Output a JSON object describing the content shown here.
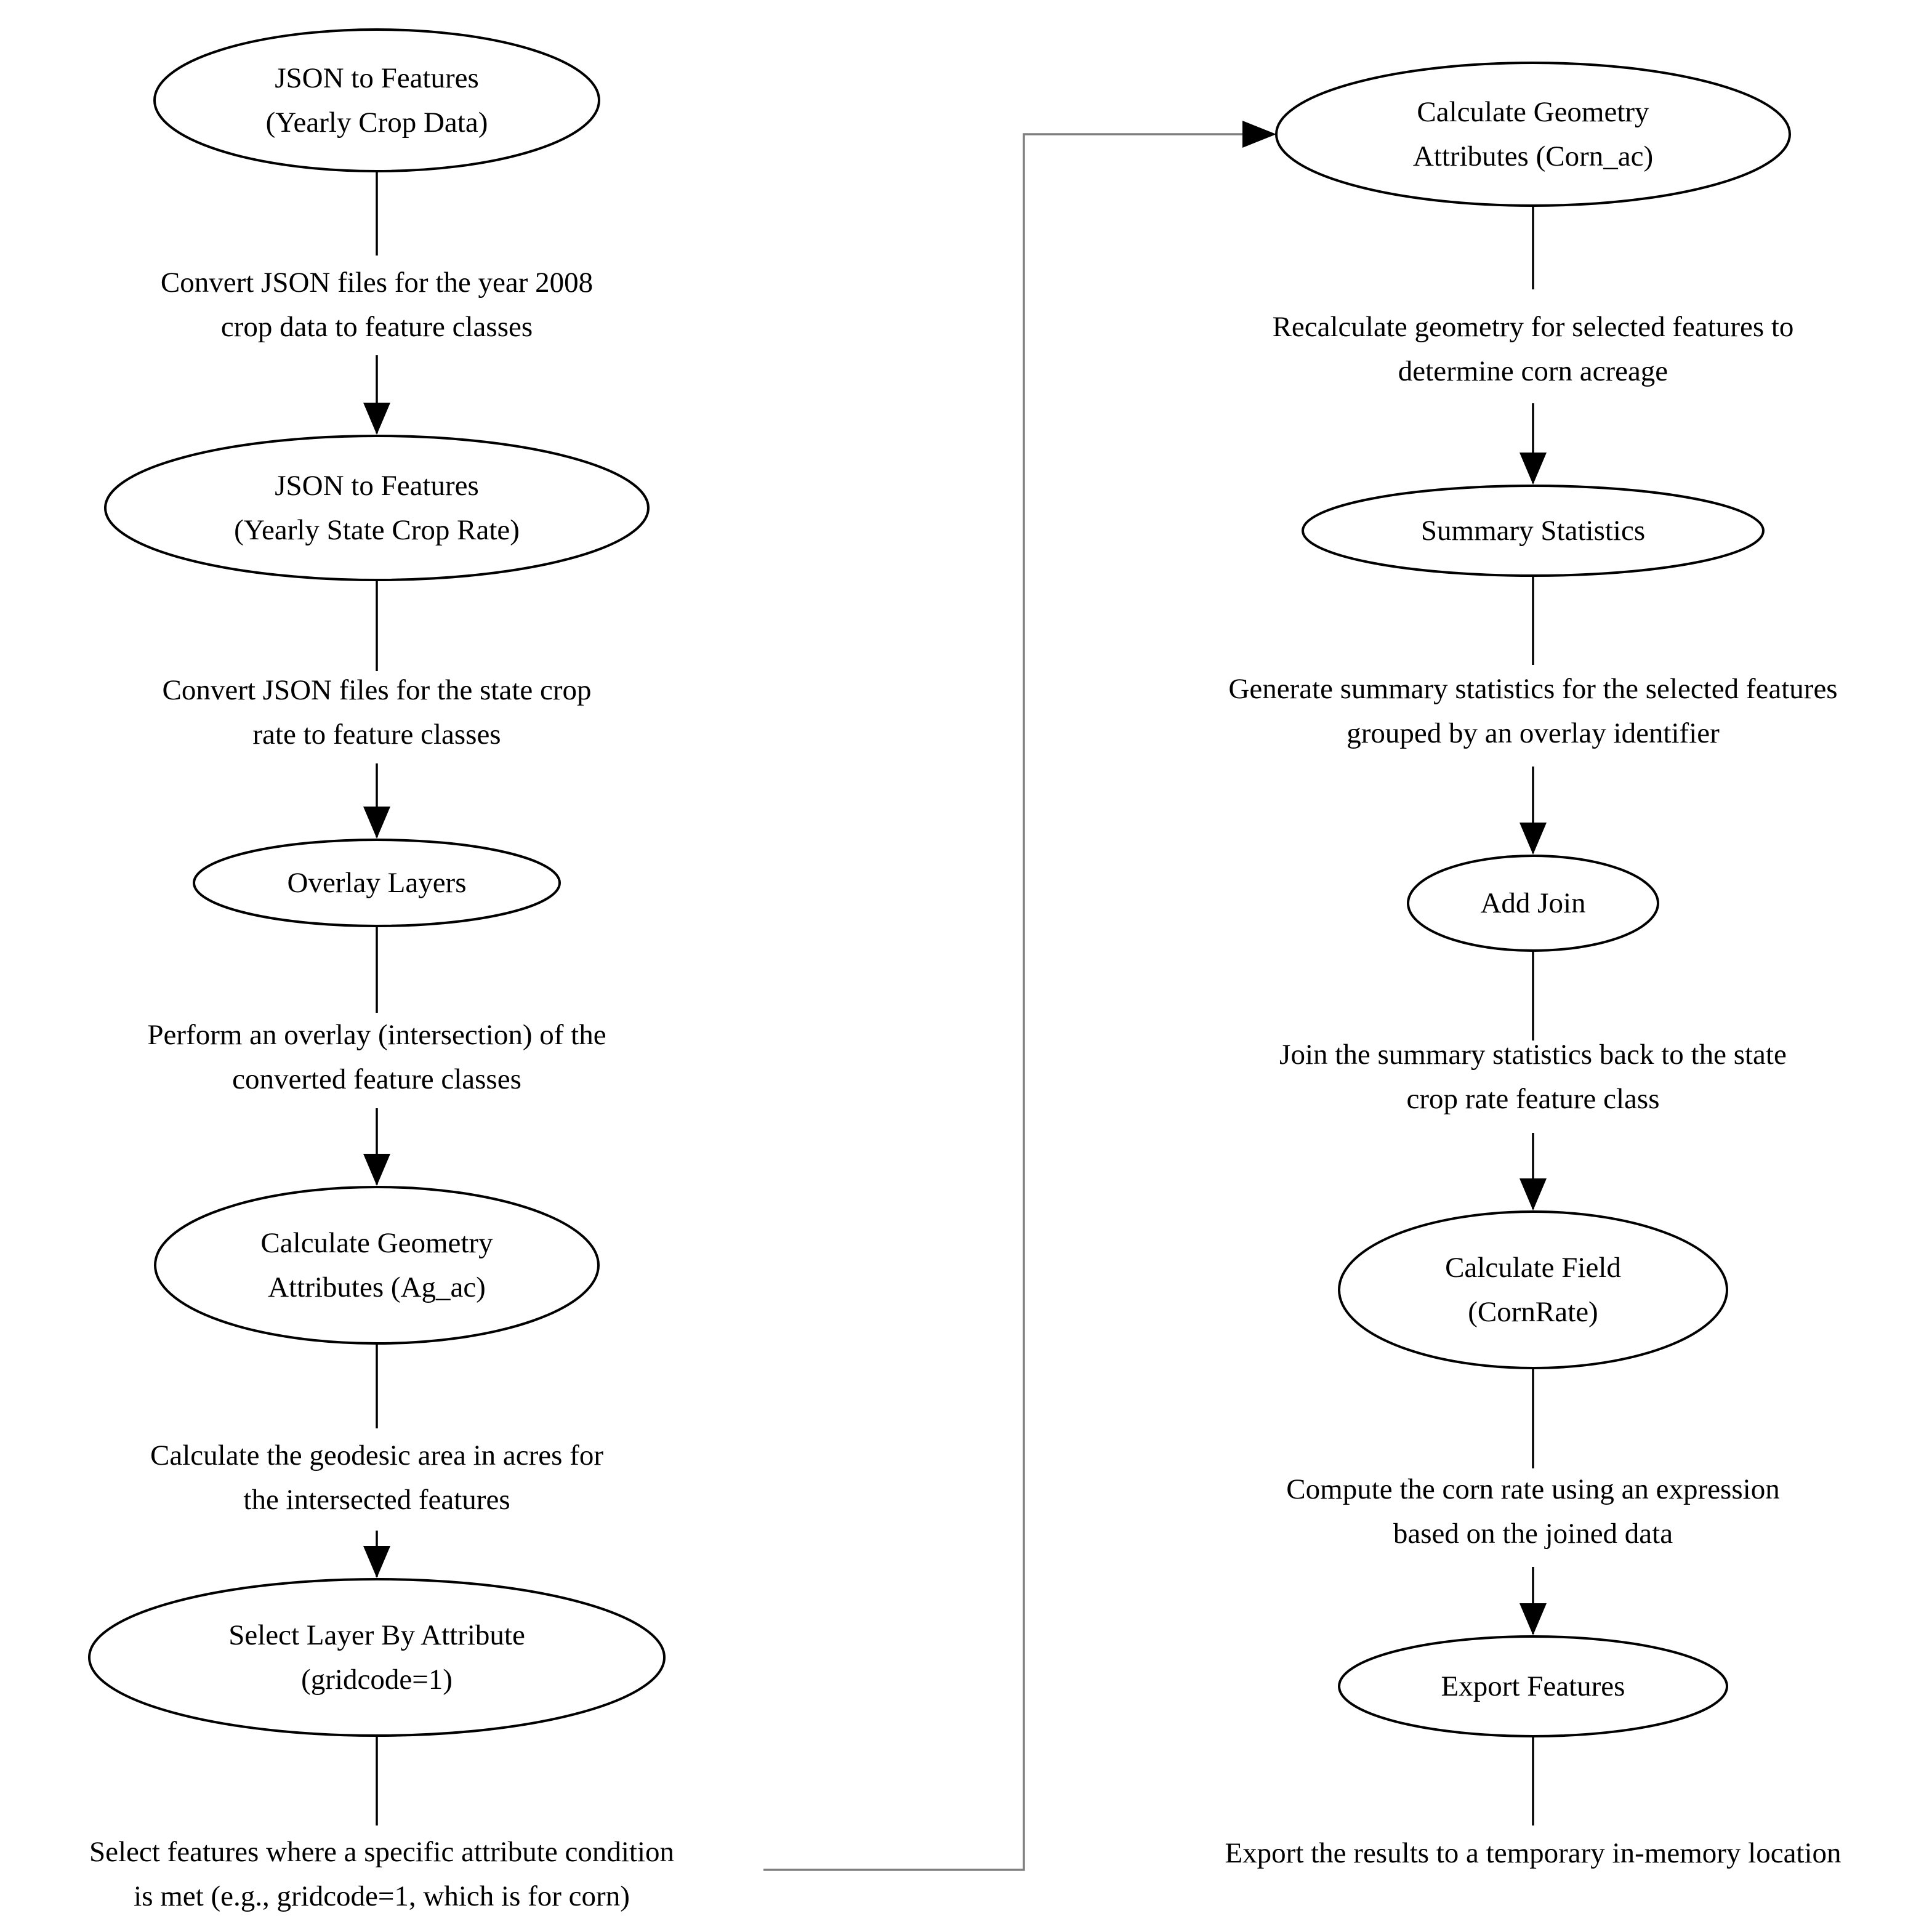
{
  "colors": {
    "background": "#ffffff",
    "node_stroke": "#000000",
    "arrow_stroke": "#000000",
    "connector_stroke": "#808080",
    "text": "#000000"
  },
  "left_column": {
    "nodes": [
      {
        "lines": [
          "JSON to Features",
          "(Yearly Crop Data)"
        ]
      },
      {
        "lines": [
          "JSON to Features",
          "(Yearly State Crop Rate)"
        ]
      },
      {
        "lines": [
          "Overlay Layers"
        ]
      },
      {
        "lines": [
          "Calculate Geometry",
          "Attributes (Ag_ac)"
        ]
      },
      {
        "lines": [
          "Select Layer By Attribute",
          "(gridcode=1)"
        ]
      }
    ],
    "captions": [
      {
        "lines": [
          "Convert JSON files for the year 2008",
          "crop data to feature classes"
        ]
      },
      {
        "lines": [
          "Convert JSON files for the state crop",
          "rate to feature classes"
        ]
      },
      {
        "lines": [
          "Perform an overlay (intersection) of the",
          "converted feature classes"
        ]
      },
      {
        "lines": [
          "Calculate the geodesic area in acres for",
          "the intersected features"
        ]
      },
      {
        "lines": [
          "Select features where a specific attribute condition",
          "is met (e.g., gridcode=1, which is for corn)"
        ]
      }
    ]
  },
  "right_column": {
    "nodes": [
      {
        "lines": [
          "Calculate Geometry",
          "Attributes (Corn_ac)"
        ]
      },
      {
        "lines": [
          "Summary Statistics"
        ]
      },
      {
        "lines": [
          "Add Join"
        ]
      },
      {
        "lines": [
          "Calculate Field",
          "(CornRate)"
        ]
      },
      {
        "lines": [
          "Export Features"
        ]
      }
    ],
    "captions": [
      {
        "lines": [
          "Recalculate geometry for selected features to",
          "determine corn acreage"
        ]
      },
      {
        "lines": [
          "Generate summary statistics for the selected features",
          "grouped by an overlay identifier"
        ]
      },
      {
        "lines": [
          "Join the summary statistics back to the state",
          "crop rate feature class"
        ]
      },
      {
        "lines": [
          "Compute the corn rate using an expression",
          "based on the joined data"
        ]
      },
      {
        "lines": [
          "Export the results to a temporary in-memory location"
        ]
      }
    ]
  }
}
